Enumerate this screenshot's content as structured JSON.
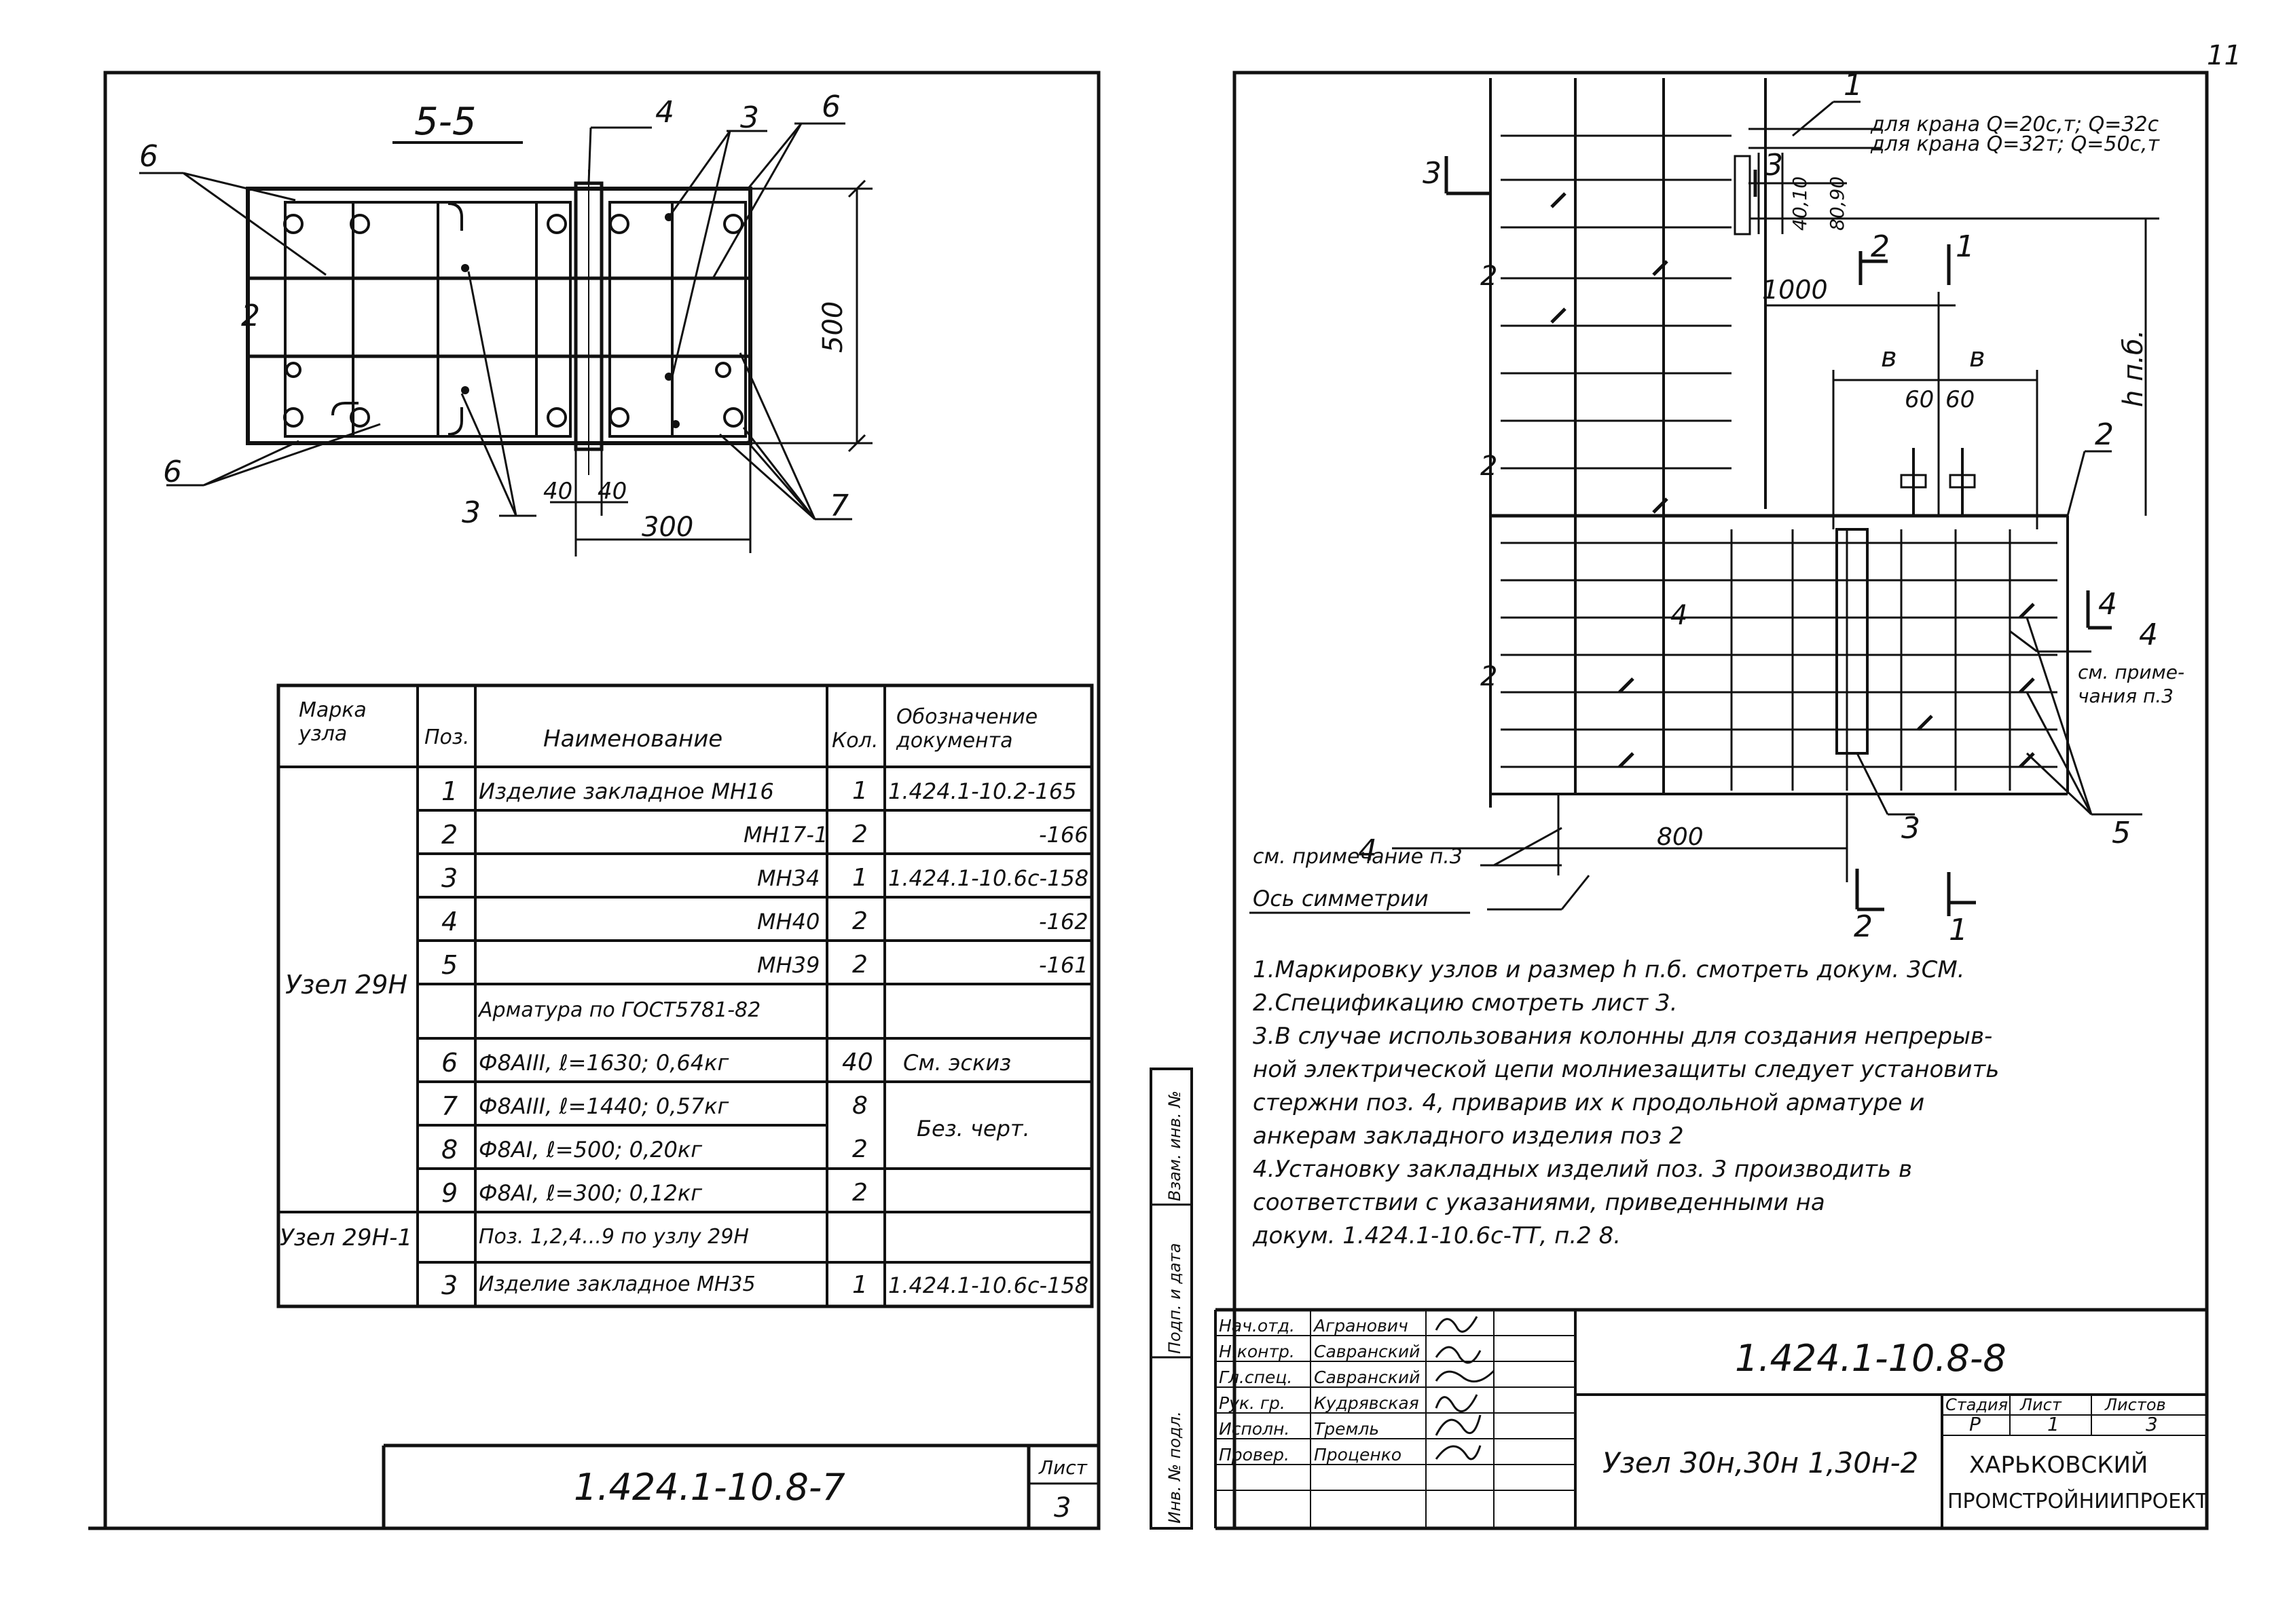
{
  "page_number": "11",
  "left_sheet": {
    "section_title": "5-5",
    "callouts": [
      "6",
      "4",
      "3",
      "6",
      "2",
      "6",
      "3",
      "7"
    ],
    "dimensions": {
      "height": "500",
      "gap_left": "40",
      "gap_right": "40",
      "width": "300"
    },
    "spec_table": {
      "headers": [
        "Марка узла",
        "Поз.",
        "Наименование",
        "Кол.",
        "Обозначение документа"
      ],
      "group_1": "Узел 29Н",
      "group_2": "Узел 29Н-1",
      "rows": [
        {
          "pos": "1",
          "name": "Изделие закладное МН16",
          "qty": "1",
          "doc": "1.424.1-10.2-165"
        },
        {
          "pos": "2",
          "name": "МН17-1",
          "qty": "2",
          "doc": "-166"
        },
        {
          "pos": "3",
          "name": "МН34",
          "qty": "1",
          "doc": "1.424.1-10.6с-158"
        },
        {
          "pos": "4",
          "name": "МН40",
          "qty": "2",
          "doc": "-162"
        },
        {
          "pos": "5",
          "name": "МН39",
          "qty": "2",
          "doc": "-161"
        },
        {
          "pos": "",
          "name": "Арматура по ГОСТ5781-82",
          "qty": "",
          "doc": ""
        },
        {
          "pos": "6",
          "name": "Ф8АIII, ℓ=1630; 0,64кг",
          "qty": "40",
          "doc": "См. эскиз"
        },
        {
          "pos": "7",
          "name": "Ф8АIII, ℓ=1440; 0,57кг",
          "qty": "8",
          "doc": "Без. черт."
        },
        {
          "pos": "8",
          "name": "Ф8АI, ℓ=500; 0,20кг",
          "qty": "2",
          "doc": ""
        },
        {
          "pos": "9",
          "name": "Ф8АI, ℓ=300; 0,12кг",
          "qty": "2",
          "doc": ""
        },
        {
          "pos": "",
          "name": "Поз. 1,2,4...9 по узлу 29Н",
          "qty": "",
          "doc": ""
        },
        {
          "pos": "3",
          "name": "Изделие закладное МН35",
          "qty": "1",
          "doc": "1.424.1-10.6с-158"
        }
      ]
    },
    "stamp": {
      "designation": "1.424.1-10.8-7",
      "sheet_label": "Лист",
      "sheet": "3"
    }
  },
  "right_sheet": {
    "crane_note_1": "для крана Q=20с,т; Q=32с",
    "crane_note_2": "для крана Q=32т; Q=50с,т",
    "section_marks": [
      "3",
      "3",
      "2",
      "1",
      "4",
      "4",
      "2",
      "1"
    ],
    "callouts": [
      "1",
      "2",
      "2",
      "2",
      "2",
      "4",
      "4",
      "3",
      "5"
    ],
    "dimensions": {
      "d_40_10": "40,10",
      "d_80_90": "80,90",
      "d_1000": "1000",
      "b_left": "в",
      "b_right": "в",
      "d_60a": "60",
      "d_60b": "60",
      "h_pb": "h п.б.",
      "d_800": "800"
    },
    "label_note3_right": "см. приме-\nчания п.3",
    "label_note3_left": "см. примечание п.3",
    "label_axis": "Ось симметрии",
    "notes": [
      "1.Маркировку узлов и размер h п.б. смотреть докум. 3СМ.",
      "2.Спецификацию смотреть лист 3.",
      "3.В случае использования колонны для создания непрерыв-",
      "ной электрической цепи молниезащиты следует установить",
      "стержни поз. 4, приварив их к продольной арматуре и",
      "анкерам закладного изделия поз 2",
      "4.Установку закладных изделий поз. 3 производить в",
      "соответствии с указаниями, приведенными на",
      "докум. 1.424.1-10.6с-ТТ, п.2 8."
    ],
    "side_strip": [
      "Взам. инв. №",
      "Подп. и дата",
      "Инв. № подл."
    ],
    "stamp": {
      "people": [
        {
          "role": "Нач.отд.",
          "name": "Агранович"
        },
        {
          "role": "Н.контр.",
          "name": "Савранский"
        },
        {
          "role": "Гл.спец.",
          "name": "Савранский"
        },
        {
          "role": "Рук. гр.",
          "name": "Кудрявская"
        },
        {
          "role": "Исполн.",
          "name": "Тремль"
        },
        {
          "role": "Провер.",
          "name": "Проценко"
        }
      ],
      "designation": "1.424.1-10.8-8",
      "title": "Узел 30н,30н 1,30н-2",
      "stage_label": "Стадия",
      "sheet_label": "Лист",
      "sheets_label": "Листов",
      "stage": "Р",
      "sheet": "1",
      "sheets": "3",
      "org_line1": "ХАРЬКОВСКИЙ",
      "org_line2": "ПРОМСТРОЙНИИПРОЕКТ"
    }
  }
}
